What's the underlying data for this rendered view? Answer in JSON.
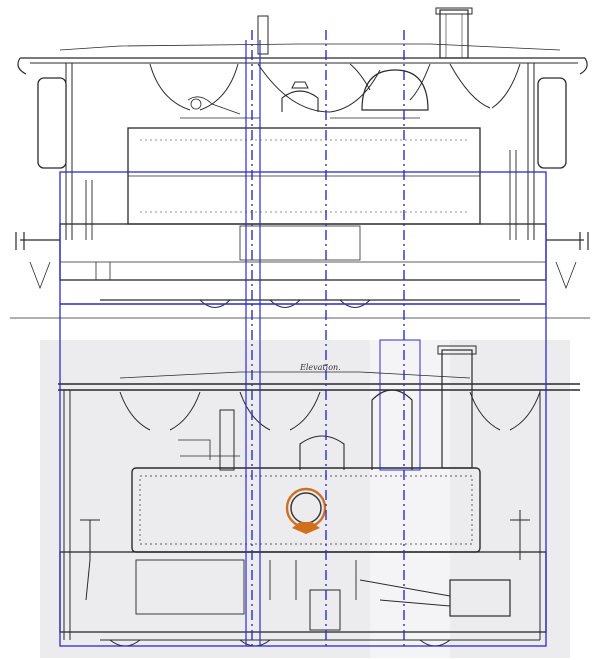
{
  "figure": {
    "elevation_caption": "Elevation.",
    "colors": {
      "paper": "#ffffff",
      "photo_paper": "#e9e9ec",
      "ink": "#2a2a2a",
      "overlay_blue": "#2b2bd6",
      "ring_orange": "#d0701e",
      "ring_dark": "#3a3a3a"
    },
    "panels": [
      {
        "name": "upper-drawing",
        "description_icon": "line-drawing"
      },
      {
        "name": "lower-photo",
        "description_icon": "photo-engraving"
      }
    ]
  }
}
